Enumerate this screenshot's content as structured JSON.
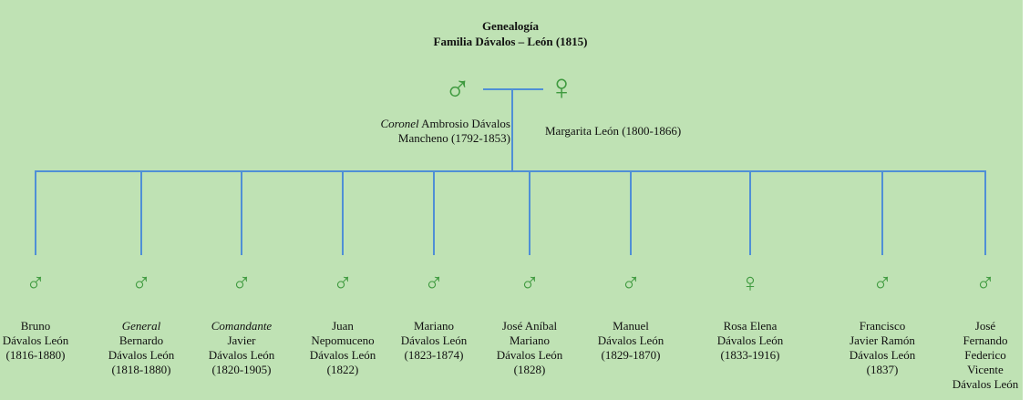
{
  "title": {
    "line1": "Genealogía",
    "line2": "Familia Dávalos – León (1815)"
  },
  "symbols": {
    "male": "♂",
    "female": "♀"
  },
  "colors": {
    "background": "#bfe2b4",
    "symbol": "#3f9a3f",
    "lines": "#4f8fd6"
  },
  "parents": {
    "father": {
      "rank": "Coronel",
      "rest": " Ambrosio Dávalos",
      "line2": "Mancheno (1792-1853)",
      "gender": "male"
    },
    "mother": {
      "name": "Margarita León (1800-1866)",
      "gender": "female"
    }
  },
  "children": [
    {
      "rank": "",
      "lines": [
        "Bruno",
        "Dávalos León",
        "(1816-1880)"
      ],
      "gender": "male"
    },
    {
      "rank": "General",
      "lines": [
        "Bernardo",
        "Dávalos León",
        "(1818-1880)"
      ],
      "gender": "male"
    },
    {
      "rank": "Comandante",
      "lines": [
        "Javier",
        "Dávalos León",
        "(1820-1905)"
      ],
      "gender": "male"
    },
    {
      "rank": "",
      "lines": [
        "Juan",
        "Nepomuceno",
        "Dávalos León",
        "(1822)"
      ],
      "gender": "male"
    },
    {
      "rank": "",
      "lines": [
        "Mariano",
        "Dávalos León",
        "(1823-1874)"
      ],
      "gender": "male"
    },
    {
      "rank": "",
      "lines": [
        "José Aníbal",
        "Mariano",
        "Dávalos León",
        "(1828)"
      ],
      "gender": "male"
    },
    {
      "rank": "",
      "lines": [
        "Manuel",
        "Dávalos León",
        "(1829-1870)"
      ],
      "gender": "male"
    },
    {
      "rank": "",
      "lines": [
        "Rosa Elena",
        "Dávalos León",
        "(1833-1916)"
      ],
      "gender": "female"
    },
    {
      "rank": "",
      "lines": [
        "Francisco",
        "Javier Ramón",
        "Dávalos León",
        "(1837)"
      ],
      "gender": "male"
    },
    {
      "rank": "",
      "lines": [
        "José",
        "Fernando",
        "Federico",
        "Vicente",
        "Dávalos León"
      ],
      "gender": "male"
    }
  ]
}
